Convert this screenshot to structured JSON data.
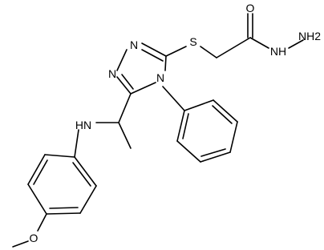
{
  "atoms": {
    "o_carbonyl": "O",
    "nh_hydrazide": "NH",
    "nh2": "NH2",
    "s": "S",
    "n1": "N",
    "n2": "N",
    "n4": "N",
    "nh_amine": "HN",
    "o_methoxy": "O"
  },
  "colors": {
    "bond": "#000000",
    "label": "#000000",
    "background": "#ffffff"
  }
}
